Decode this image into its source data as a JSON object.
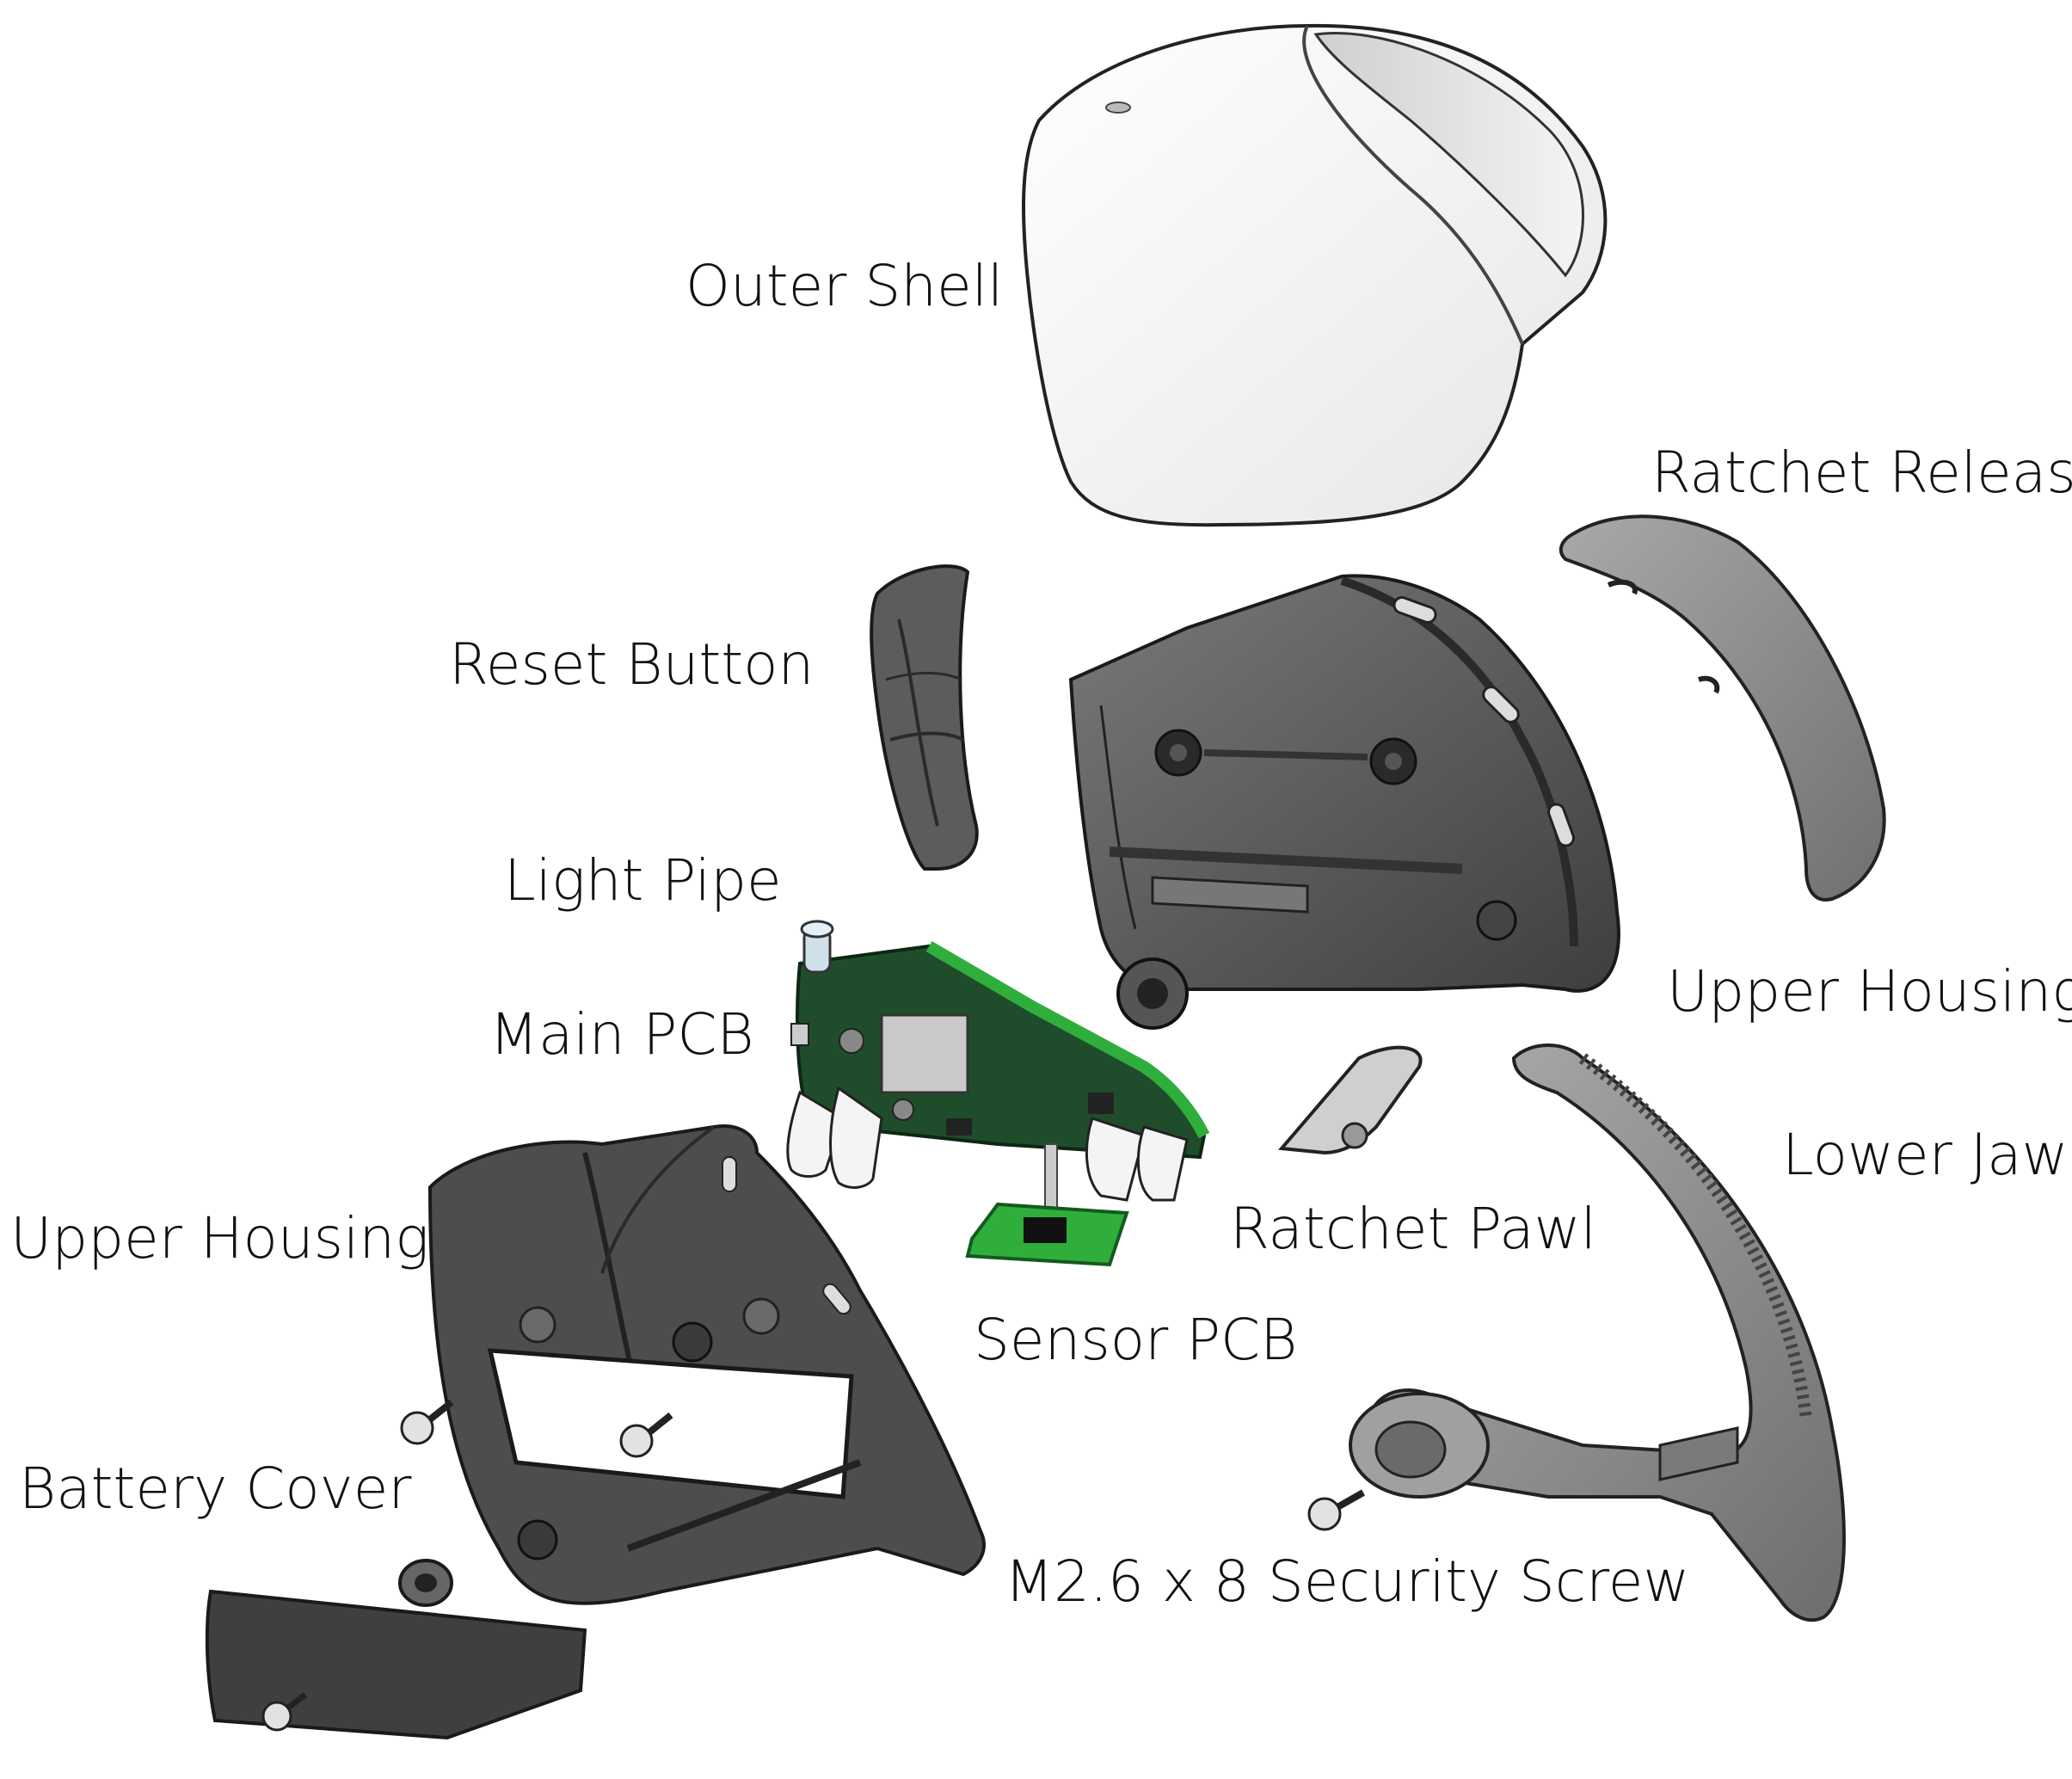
{
  "labels": {
    "outer_shell": "Outer Shell",
    "ratchet_release": "Ratchet Release",
    "reset_button": "Reset Button",
    "light_pipe": "Light Pipe",
    "main_pcb": "Main PCB",
    "upper_housing_right": "Upper Housing",
    "lower_jaw": "Lower Jaw",
    "ratchet_pawl": "Ratchet Pawl",
    "upper_housing_left": "Upper Housing",
    "sensor_pcb": "Sensor PCB",
    "battery_cover": "Battery Cover",
    "security_screw": "M2.6 x 8 Security Screw"
  },
  "colors": {
    "background": "#ffffff",
    "text": "#111111",
    "shell_white": "#f2f2f2",
    "housing_dark": "#4a4a4a",
    "housing_mid": "#6e6e6e",
    "jaw_gray": "#8a8a8a",
    "pcb_dark_green": "#1f4d2b",
    "pcb_bright_green": "#2fae3c"
  }
}
